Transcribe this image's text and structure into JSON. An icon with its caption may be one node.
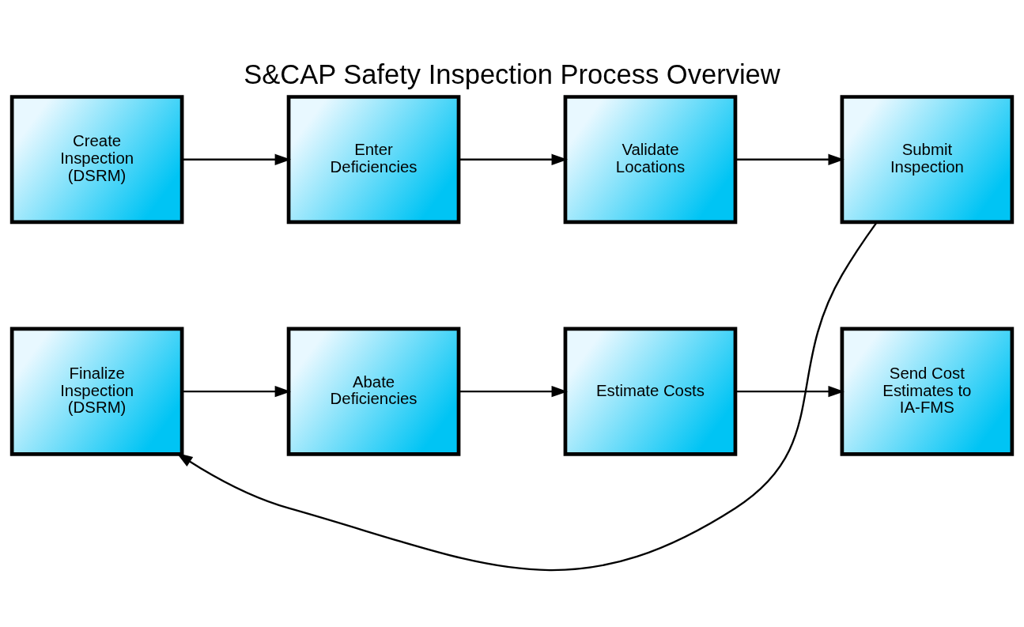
{
  "diagram": {
    "title": "S&CAP Safety Inspection Process Overview",
    "nodes": [
      {
        "text": [
          "Create Inspection (DSRM)"
        ]
      },
      {
        "text": [
          "Enter Deficiencies"
        ]
      },
      {
        "text": [
          "Validate Locations"
        ]
      },
      {
        "text": [
          "Submit Inspection"
        ]
      },
      {
        "text": [
          "Finalize Inspection (DSRM)"
        ]
      },
      {
        "text": [
          "Abate Deficiencies"
        ]
      },
      {
        "text": [
          "Estimate Costs"
        ]
      },
      {
        "text": [
          "Send Cost Estimates to IA-FMS"
        ]
      }
    ],
    "edges": [
      {
        "from": 0,
        "to": 1,
        "arrow": "to"
      },
      {
        "from": 1,
        "to": 2,
        "arrow": "to"
      },
      {
        "from": 2,
        "to": 3,
        "arrow": "to"
      },
      {
        "from": 3,
        "to": 4,
        "arrow": "to"
      },
      {
        "from": 4,
        "to": 5,
        "arrow": "to"
      },
      {
        "from": 5,
        "to": 6,
        "arrow": "to"
      },
      {
        "from": 6,
        "to": 7,
        "arrow": "to"
      }
    ]
  }
}
